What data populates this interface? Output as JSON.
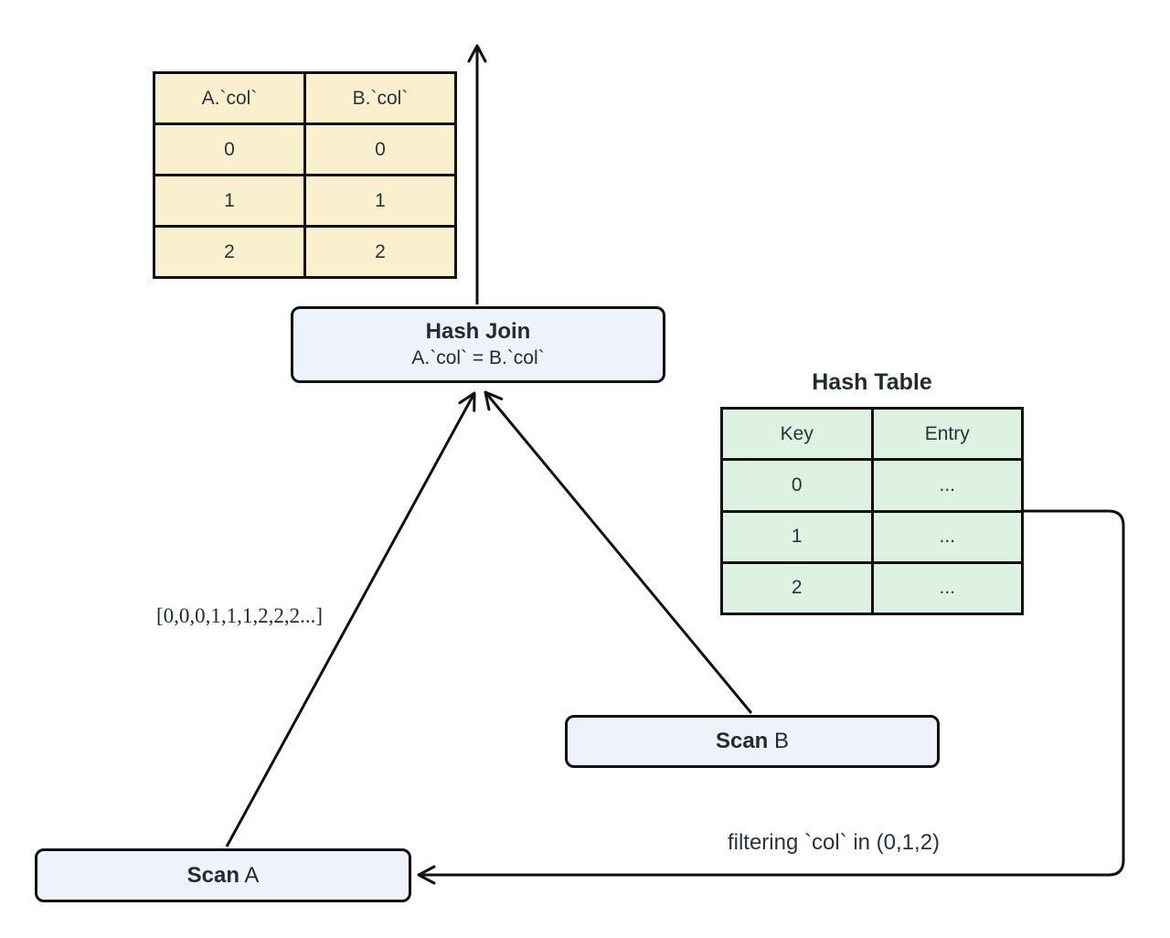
{
  "result_table": {
    "headers": [
      "A.`col`",
      "B.`col`"
    ],
    "rows": [
      [
        "0",
        "0"
      ],
      [
        "1",
        "1"
      ],
      [
        "2",
        "2"
      ]
    ]
  },
  "hash_join": {
    "title": "Hash Join",
    "condition": "A.`col` = B.`col`"
  },
  "hash_table": {
    "title": "Hash Table",
    "headers": [
      "Key",
      "Entry"
    ],
    "rows": [
      [
        "0",
        "..."
      ],
      [
        "1",
        "..."
      ],
      [
        "2",
        "..."
      ]
    ]
  },
  "scan_a": {
    "bold": "Scan",
    "rest": " A"
  },
  "scan_b": {
    "bold": "Scan",
    "rest": " B"
  },
  "edge_labels": {
    "sequence": "[0,0,0,1,1,1,2,2,2...]",
    "filter": "filtering `col` in (0,1,2)"
  },
  "colors": {
    "result_table_fill": "#faf0cd",
    "hash_table_fill": "#def2e1",
    "node_fill": "#eef2fa",
    "stroke": "#111111",
    "text": "#222a33"
  }
}
